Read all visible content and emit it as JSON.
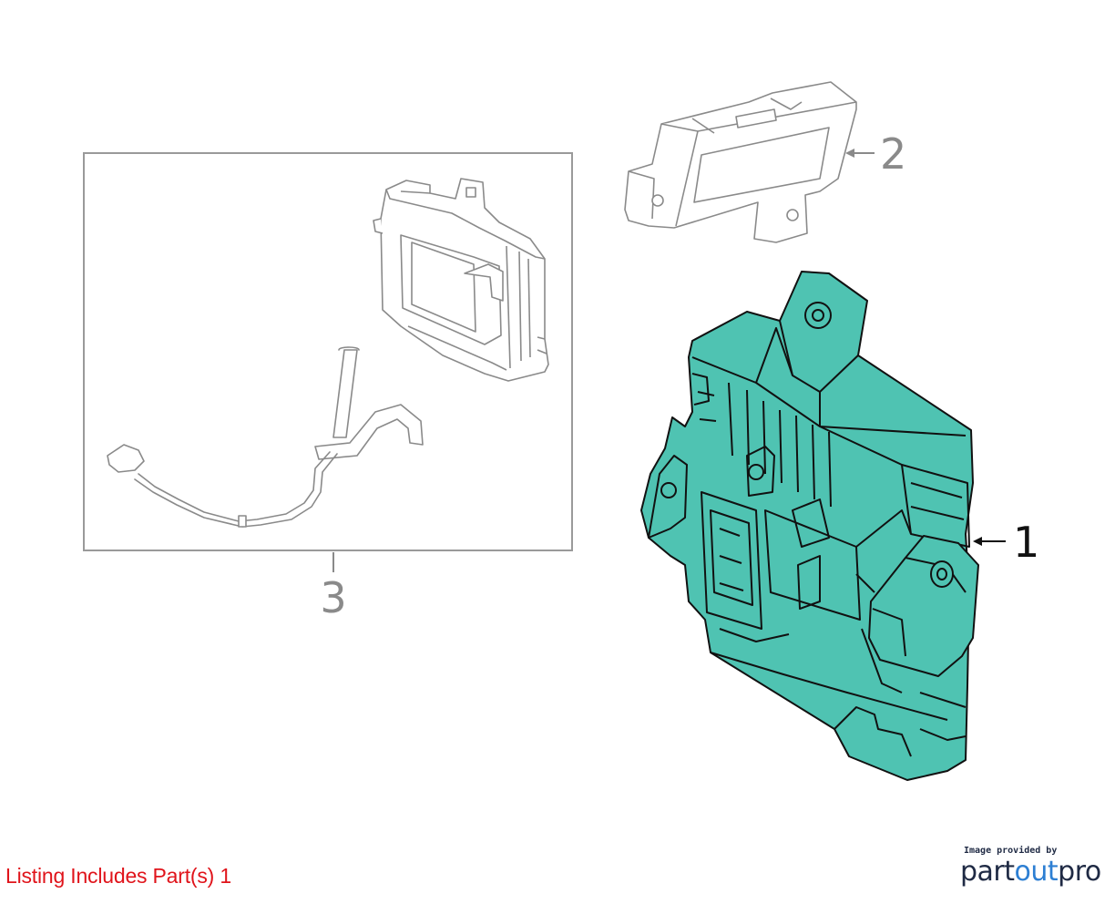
{
  "callouts": {
    "part1": "1",
    "part2": "2",
    "part3": "3"
  },
  "footer": {
    "listing_note": "Listing Includes Part(s) 1",
    "brand_caption": "Image provided by",
    "brand_logo_part1": "part",
    "brand_logo_part2": "out",
    "brand_logo_part3": "pro"
  },
  "colors": {
    "highlight_fill": "#4fc3b2",
    "outline_gray": "#9a9a9a",
    "outline_dark": "#111111",
    "note_red": "#e0141b"
  }
}
